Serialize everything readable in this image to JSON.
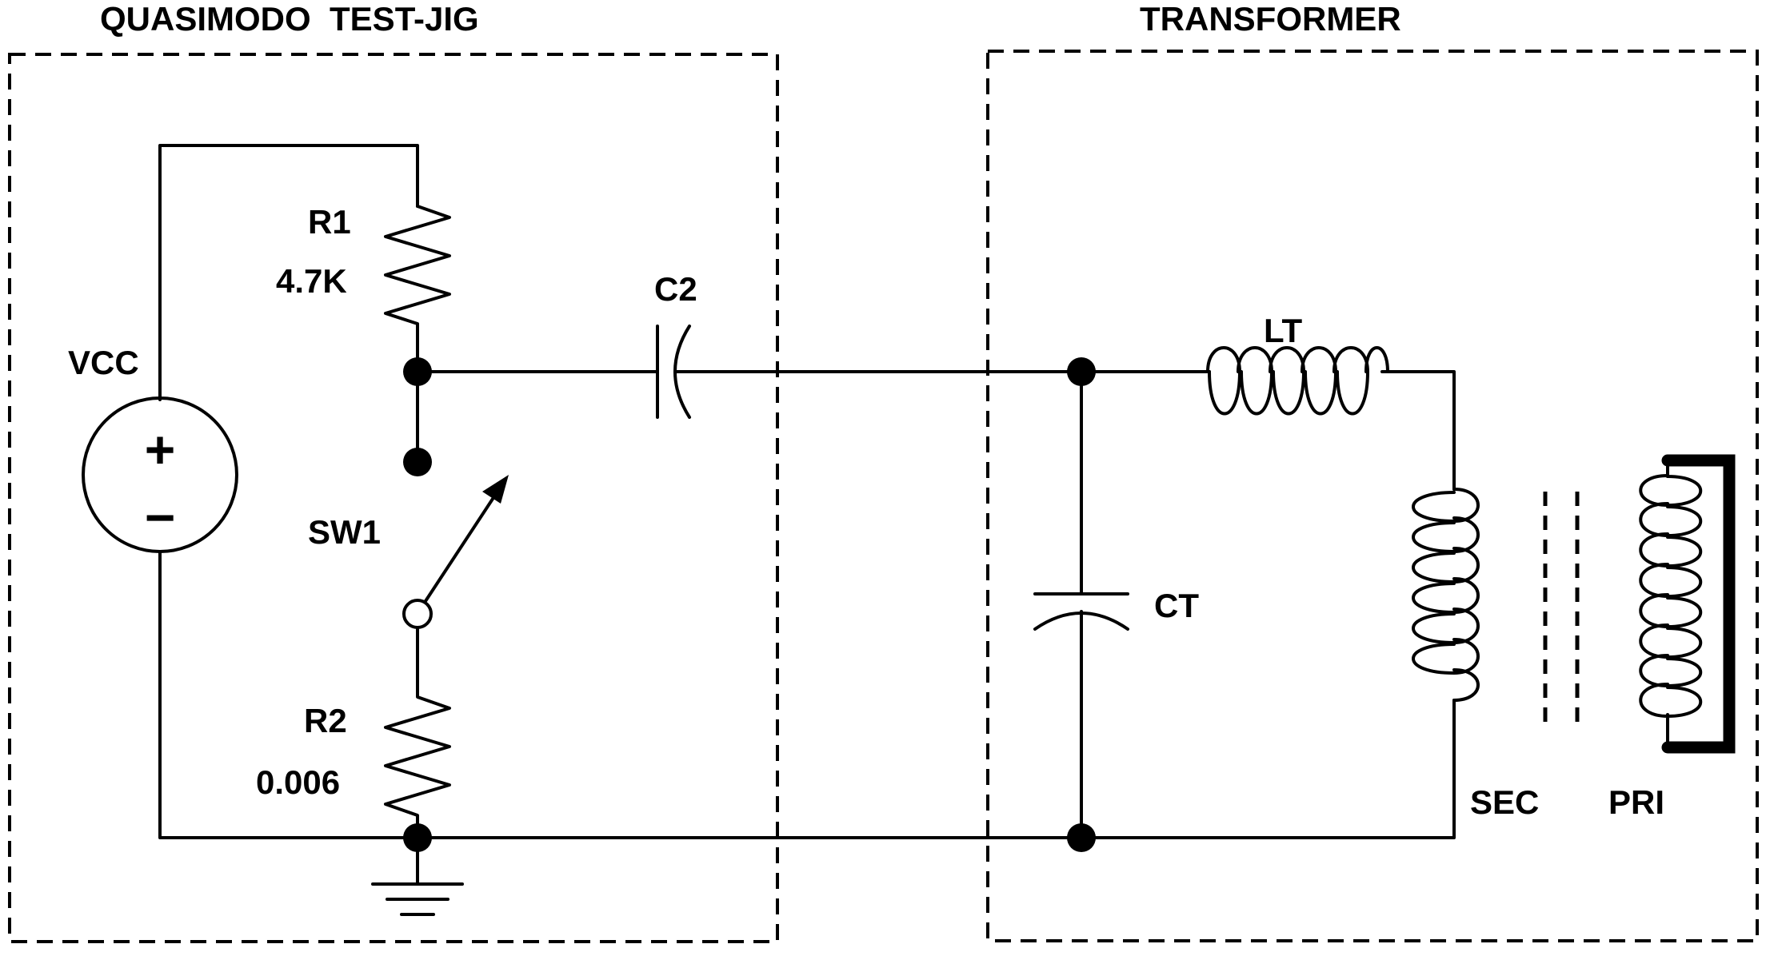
{
  "groups": {
    "test_jig": "QUASIMODO  TEST-JIG",
    "transformer": "TRANSFORMER"
  },
  "components": {
    "vcc": "VCC",
    "vcc_plus": "+",
    "vcc_minus": "−",
    "r1_name": "R1",
    "r1_value": "4.7K",
    "c2": "C2",
    "sw1": "SW1",
    "r2_name": "R2",
    "r2_value": "0.006",
    "lt": "LT",
    "ct": "CT",
    "sec": "SEC",
    "pri": "PRI"
  },
  "colors": {
    "ink": "#000000",
    "background": "#ffffff"
  }
}
